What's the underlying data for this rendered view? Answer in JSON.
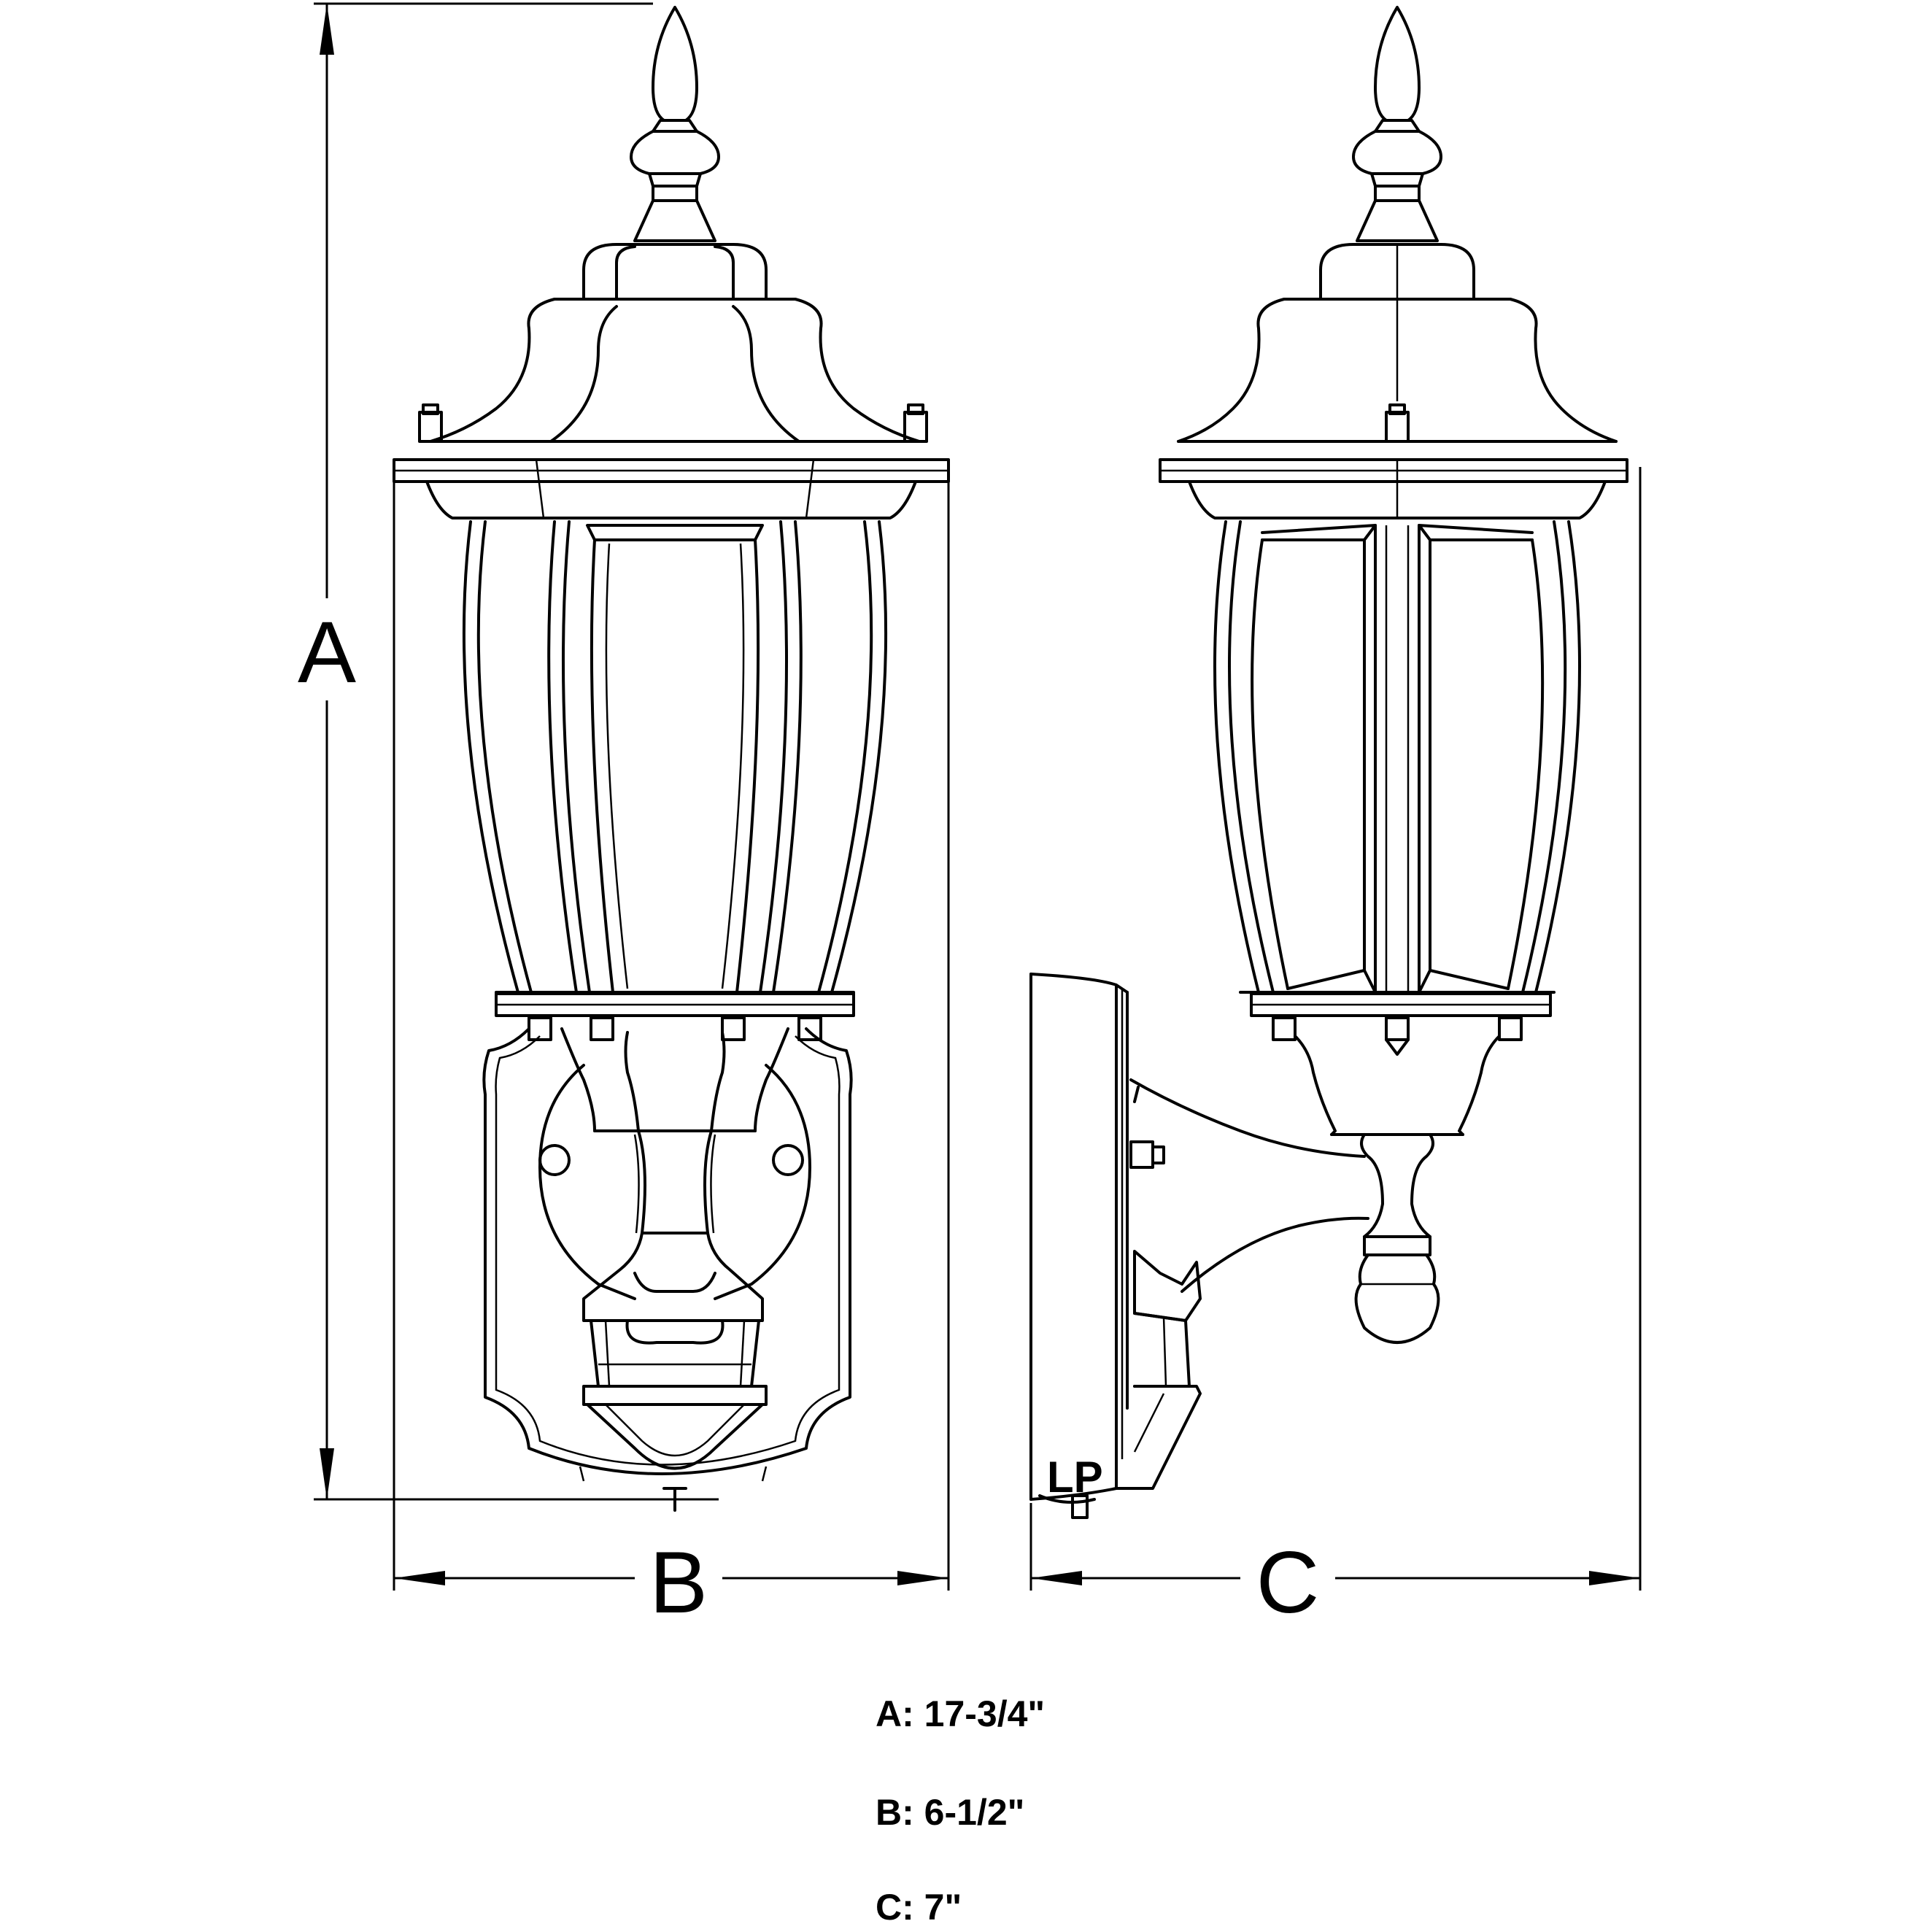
{
  "dimension_labels": {
    "a": "A",
    "b": "B",
    "c": "C"
  },
  "specs": [
    {
      "label": "A",
      "value": "17-3/4\""
    },
    {
      "label": "B",
      "value": "6-1/2\""
    },
    {
      "label": "C",
      "value": "7\""
    }
  ],
  "logo_text": "LP"
}
